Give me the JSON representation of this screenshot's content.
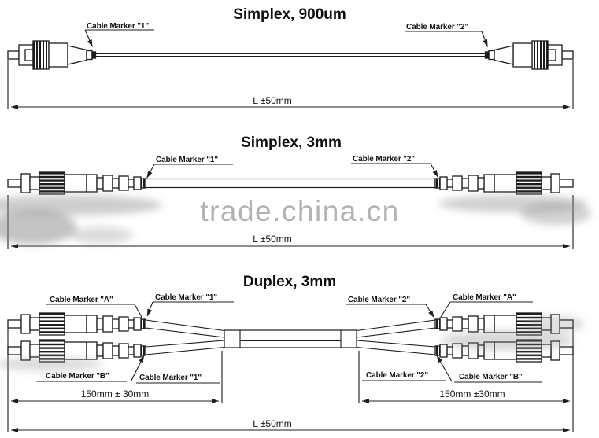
{
  "colors": {
    "line": "#1c1c1c",
    "watermark": "#a6a6a6",
    "background": "#ffffff"
  },
  "watermark": {
    "text": "trade.china.cn"
  },
  "diagrams": {
    "simplex_900um": {
      "title": "Simplex, 900um",
      "cable_marker_1": "Cable Marker \"1\"",
      "cable_marker_2": "Cable Marker \"2\"",
      "overall_length": "L ±50mm"
    },
    "simplex_3mm": {
      "title": "Simplex, 3mm",
      "cable_marker_1": "Cable Marker \"1\"",
      "cable_marker_2": "Cable Marker \"2\"",
      "overall_length": "L ±50mm"
    },
    "duplex_3mm": {
      "title": "Duplex, 3mm",
      "top_left_marker_a": "Cable Marker \"A\"",
      "top_left_marker_1": "Cable Marker \"1\"",
      "top_right_marker_2": "Cable Marker \"2\"",
      "top_right_marker_a": "Cable Marker \"A\"",
      "bottom_left_marker_b": "Cable Marker \"B\"",
      "bottom_left_marker_1": "Cable Marker \"1\"",
      "bottom_right_marker_2": "Cable Marker \"2\"",
      "bottom_right_marker_b": "Cable Marker \"B\"",
      "breakout_length_left": "150mm ± 30mm",
      "breakout_length_right": "150mm ±30mm",
      "overall_length": "L ±50mm"
    }
  }
}
